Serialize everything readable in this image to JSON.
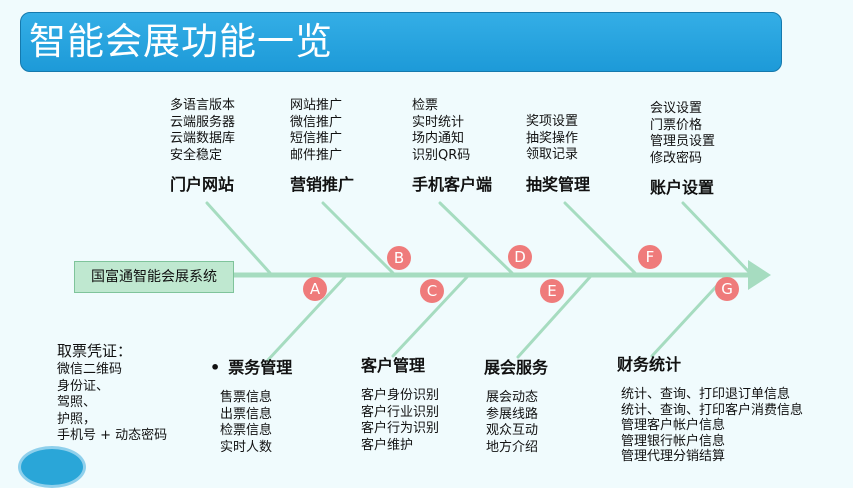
{
  "title": "智能会展功能一览",
  "spine": {
    "label": "国富通智能会展系统",
    "color": "#a6dcc0"
  },
  "colors": {
    "banner": "#1d9ad8",
    "badge": "#ef7b7b",
    "bone": "#a6dcc0"
  },
  "top_branches": [
    {
      "badge": "",
      "category": "门户网站",
      "items": [
        "多语言版本",
        "云端服务器",
        "云端数据库",
        "安全稳定"
      ]
    },
    {
      "badge": "B",
      "category": "营销推广",
      "items": [
        "网站推广",
        "微信推广",
        "短信推广",
        "邮件推广"
      ]
    },
    {
      "badge": "D",
      "category": "手机客户端",
      "items": [
        "检票",
        "实时统计",
        "场内通知",
        "识别QR码"
      ]
    },
    {
      "badge": "F",
      "category": "抽奖管理",
      "items": [
        "奖项设置",
        "抽奖操作",
        "领取记录"
      ]
    },
    {
      "badge": "",
      "category": "账户设置",
      "items": [
        "会议设置",
        "门票价格",
        "管理员设置",
        "修改密码"
      ]
    }
  ],
  "bottom_branches": [
    {
      "badge": "A",
      "bullet": "•",
      "category": "票务管理",
      "items": [
        "售票信息",
        "出票信息",
        "检票信息",
        "实时人数"
      ]
    },
    {
      "badge": "C",
      "category": "客户管理",
      "items": [
        "客户身份识别",
        "客户行业识别",
        "客户行为识别",
        "客户维护"
      ]
    },
    {
      "badge": "E",
      "category": "展会服务",
      "items": [
        "展会动态",
        "参展线路",
        "观众互动",
        "地方介绍"
      ]
    },
    {
      "badge": "G",
      "category": "财务统计",
      "items": [
        "统计、查询、打印退订单信息",
        "统计、查询、打印客户消费信息",
        "管理客户帐户信息",
        "管理银行帐户信息",
        "管理代理分销结算"
      ]
    }
  ],
  "ticket_note": {
    "title": "取票凭证：",
    "items": [
      "微信二维码",
      "身份证、",
      "驾照、",
      "护照，",
      "手机号 + 动态密码"
    ]
  }
}
